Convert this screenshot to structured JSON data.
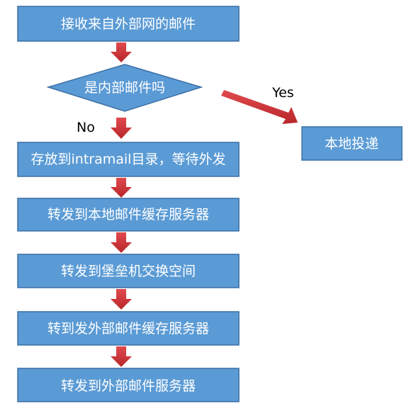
{
  "colors": {
    "box_fill": "#5b9bd5",
    "box_stroke": "#3a6ea5",
    "arrow": "#d9363a"
  },
  "flowchart": {
    "nodes": {
      "receive": "接收来自外部网的邮件",
      "decision": "是内部邮件吗",
      "local_delivery": "本地投递",
      "store": "存放到intramail目录，等待外发",
      "forward_local_cache": "转发到本地邮件缓存服务器",
      "forward_bastion": "转发到堡垒机交换空间",
      "forward_external_cache": "转到发外部邮件缓存服务器",
      "forward_external_server": "转发到外部邮件服务器"
    },
    "edge_labels": {
      "yes": "Yes",
      "no": "No"
    }
  }
}
